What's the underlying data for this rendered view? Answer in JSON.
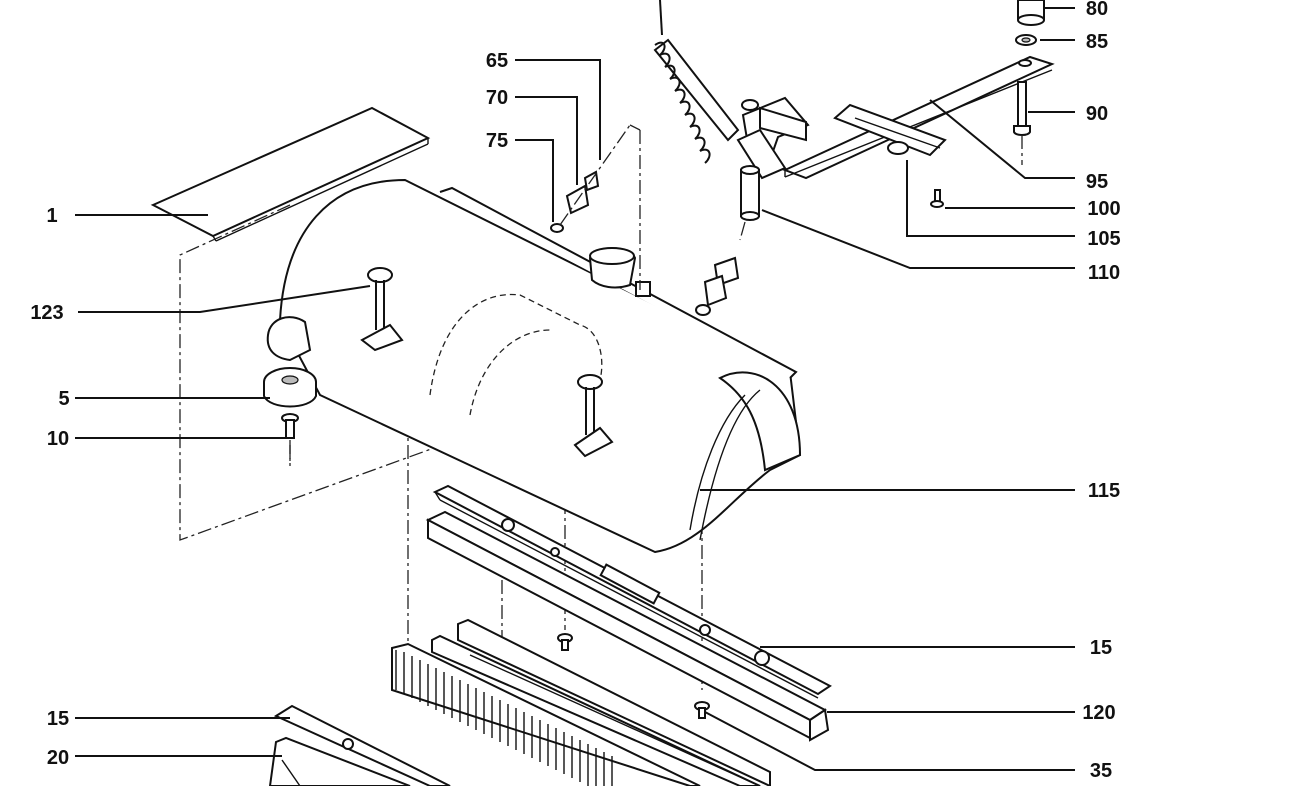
{
  "callouts": [
    {
      "id": "1",
      "text": "1"
    },
    {
      "id": "123",
      "text": "123"
    },
    {
      "id": "5",
      "text": "5"
    },
    {
      "id": "10",
      "text": "10"
    },
    {
      "id": "65",
      "text": "65"
    },
    {
      "id": "70",
      "text": "70"
    },
    {
      "id": "75",
      "text": "75"
    },
    {
      "id": "80",
      "text": "80"
    },
    {
      "id": "85",
      "text": "85"
    },
    {
      "id": "90",
      "text": "90"
    },
    {
      "id": "95",
      "text": "95"
    },
    {
      "id": "100",
      "text": "100"
    },
    {
      "id": "105",
      "text": "105"
    },
    {
      "id": "110",
      "text": "110"
    },
    {
      "id": "115",
      "text": "115"
    },
    {
      "id": "15a",
      "text": "15"
    },
    {
      "id": "120",
      "text": "120"
    },
    {
      "id": "35",
      "text": "35"
    },
    {
      "id": "15b",
      "text": "15"
    },
    {
      "id": "20",
      "text": "20"
    }
  ]
}
